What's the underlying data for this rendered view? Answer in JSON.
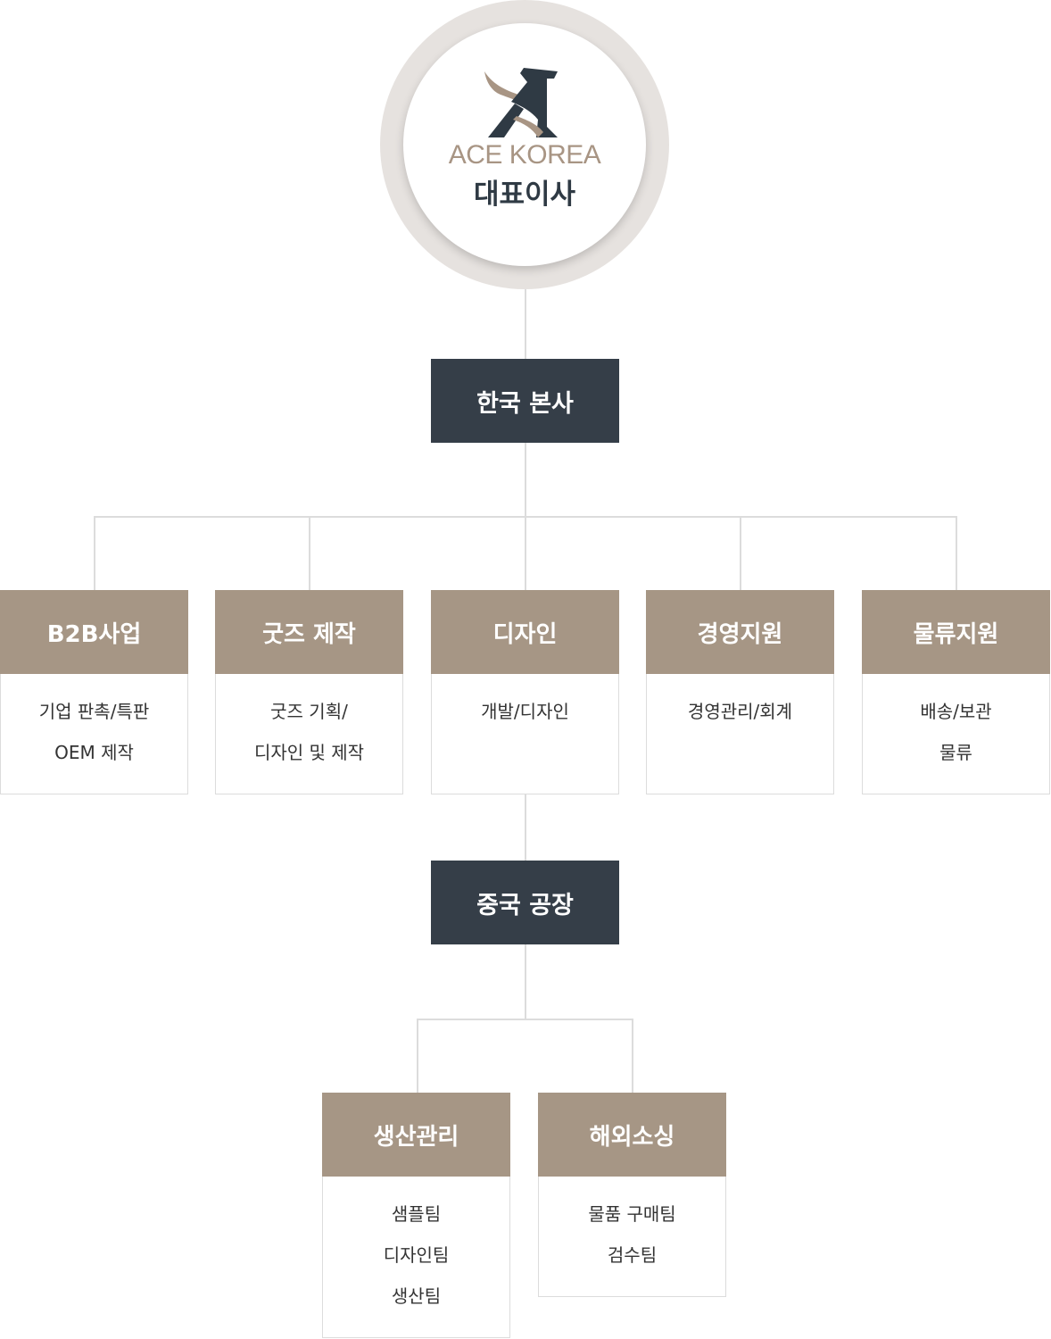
{
  "ceo": {
    "brand": "ACE KOREA",
    "title": "대표이사"
  },
  "hq": {
    "label": "한국 본사",
    "departments": [
      {
        "name": "B2B사업",
        "items": [
          "기업 판촉/특판",
          "OEM 제작"
        ]
      },
      {
        "name": "굿즈 제작",
        "items": [
          "굿즈 기획/",
          "디자인 및 제작"
        ]
      },
      {
        "name": "디자인",
        "items": [
          "개발/디자인"
        ]
      },
      {
        "name": "경영지원",
        "items": [
          "경영관리/회계"
        ]
      },
      {
        "name": "물류지원",
        "items": [
          "배송/보관",
          "물류"
        ]
      }
    ]
  },
  "factory": {
    "label": "중국 공장",
    "departments": [
      {
        "name": "생산관리",
        "items": [
          "샘플팀",
          "디자인팀",
          "생산팀"
        ]
      },
      {
        "name": "해외소싱",
        "items": [
          "물품 구매팀",
          "검수팀"
        ]
      }
    ]
  },
  "colors": {
    "dark_box": "#353e48",
    "dept_header": "#a69685",
    "brand": "#a89584",
    "connector": "#dcdcdc"
  }
}
